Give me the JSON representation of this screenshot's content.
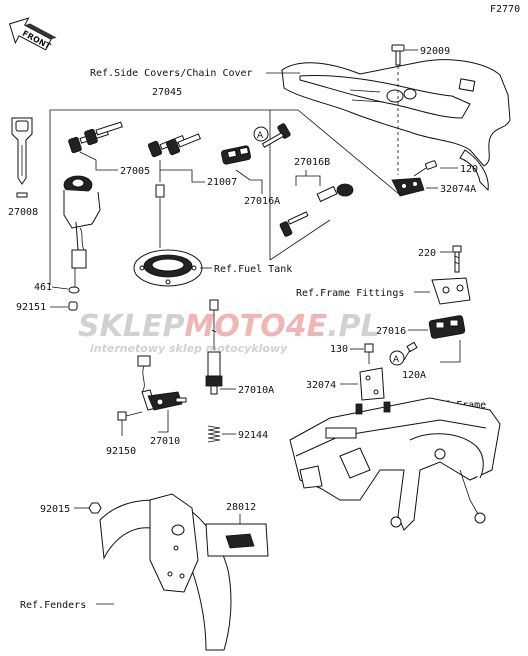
{
  "figure_code": "F2770",
  "front_label": "FRONT",
  "watermark": {
    "brand_a": "SKLEP",
    "brand_b": "MOTO",
    "brand_c": "4E",
    "brand_d": ".PL",
    "tagline": "internetowy sklep motocyklowy"
  },
  "callouts": {
    "c92009": "92009",
    "ref_side_covers": "Ref.Side Covers/Chain Cover",
    "c27045": "27045",
    "c27005": "27005",
    "c21007": "21007",
    "c27008": "27008",
    "c27016B": "27016B",
    "c120": "120",
    "c32074A": "32074A",
    "c27016A": "27016A",
    "ref_fuel_tank": "Ref.Fuel Tank",
    "c461": "461",
    "c92151": "92151",
    "c220": "220",
    "ref_frame_fittings": "Ref.Frame Fittings",
    "c27016": "27016",
    "c130": "130",
    "c120A": "120A",
    "c32074": "32074",
    "ref_frame": "Ref.Frame",
    "c27010A": "27010A",
    "c92150": "92150",
    "c27010": "27010",
    "c92144": "92144",
    "c92015": "92015",
    "c28012": "28012",
    "ref_fenders": "Ref.Fenders",
    "marker_a1": "A",
    "marker_a2": "A"
  }
}
